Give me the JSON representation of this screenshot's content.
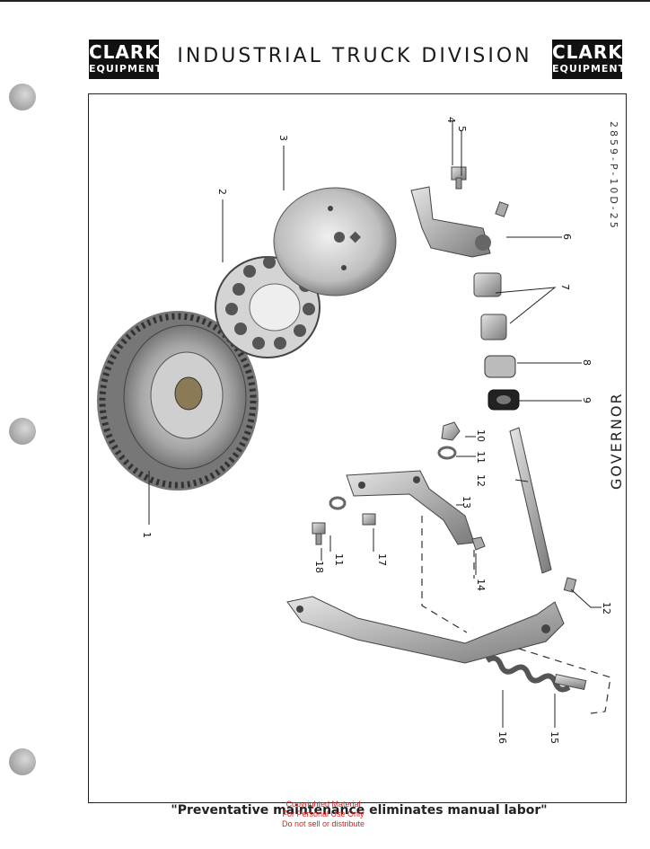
{
  "header": {
    "logo_line1": "CLARK",
    "logo_line2": "EQUIPMENT",
    "title": "INDUSTRIAL TRUCK DIVISION"
  },
  "figure": {
    "drawing_number": "2859-P-10D-25",
    "title": "GOVERNOR",
    "callouts": [
      "1",
      "2",
      "3",
      "4",
      "5",
      "6",
      "7",
      "8",
      "9",
      "10",
      "11",
      "12",
      "13",
      "11",
      "17",
      "18",
      "14",
      "12",
      "16",
      "15"
    ]
  },
  "footer": {
    "slogan": "\"Preventative maintenance eliminates manual labor\""
  },
  "watermark": {
    "line1": "Copyrighted Material",
    "line2": "For Personal Use Only",
    "line3": "Do not sell or distribute"
  },
  "colors": {
    "ink": "#111111",
    "watermark": "#e02020"
  }
}
